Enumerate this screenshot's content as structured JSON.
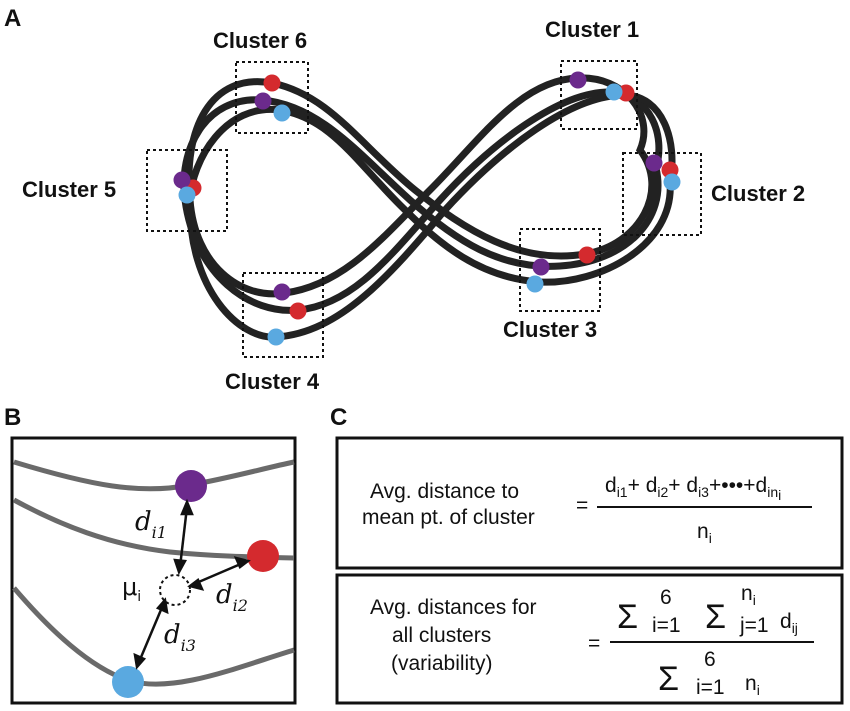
{
  "panels": {
    "a": "A",
    "b": "B",
    "c": "C"
  },
  "colors": {
    "purple": "#6b2a8c",
    "red": "#d42a2e",
    "blue": "#5aa9e0",
    "curve": "#222222",
    "bcurve": "#6a6a6a"
  },
  "clusters": [
    {
      "label": "Cluster 1"
    },
    {
      "label": "Cluster 2"
    },
    {
      "label": "Cluster 3"
    },
    {
      "label": "Cluster 4"
    },
    {
      "label": "Cluster 5"
    },
    {
      "label": "Cluster 6"
    }
  ],
  "panel_b": {
    "mu": "μ",
    "mu_sub": "i",
    "d": "d",
    "d1_sub": "i1",
    "d2_sub": "i2",
    "d3_sub": "i3"
  },
  "panel_c": {
    "f1": {
      "lhs_line1": "Avg. distance to",
      "lhs_line2": "mean pt. of cluster",
      "eq": "=",
      "denom": "n",
      "denom_sub": "i"
    },
    "f2": {
      "lhs_line1": "Avg. distances for",
      "lhs_line2": "all clusters",
      "lhs_line3": "(variability)",
      "eq": "=",
      "sigma": "Σ",
      "upper": "6",
      "lower": "i=1",
      "inner_upper": "n",
      "inner_upper_sub": "i",
      "inner_lower": "j=1",
      "term": "d",
      "term_sub": "ij",
      "denom_term": "n",
      "denom_term_sub": "i"
    }
  }
}
